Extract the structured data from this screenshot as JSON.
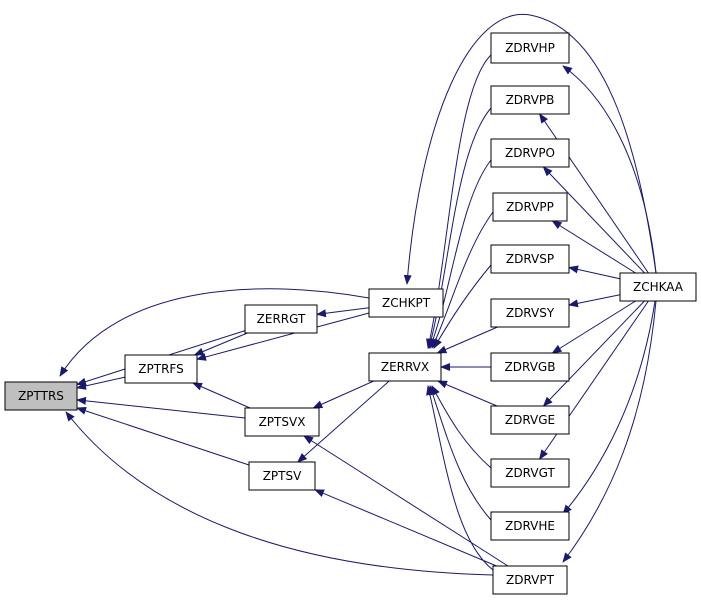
{
  "colors": {
    "background": "#ffffff",
    "node_fill": "#ffffff",
    "highlight_fill": "#bfbfbf",
    "node_border": "#000000",
    "edge": "#191970"
  },
  "nodes": [
    {
      "id": "ZPTTRS",
      "label": "ZPTTRS",
      "highlight": true
    },
    {
      "id": "ZPTRFS",
      "label": "ZPTRFS"
    },
    {
      "id": "ZERRGT",
      "label": "ZERRGT"
    },
    {
      "id": "ZPTSVX",
      "label": "ZPTSVX"
    },
    {
      "id": "ZPTSV",
      "label": "ZPTSV"
    },
    {
      "id": "ZCHKPT",
      "label": "ZCHKPT"
    },
    {
      "id": "ZERRVX",
      "label": "ZERRVX"
    },
    {
      "id": "ZDRVHP",
      "label": "ZDRVHP"
    },
    {
      "id": "ZDRVPB",
      "label": "ZDRVPB"
    },
    {
      "id": "ZDRVPO",
      "label": "ZDRVPO"
    },
    {
      "id": "ZDRVPP",
      "label": "ZDRVPP"
    },
    {
      "id": "ZDRVSP",
      "label": "ZDRVSP"
    },
    {
      "id": "ZDRVSY",
      "label": "ZDRVSY"
    },
    {
      "id": "ZDRVGB",
      "label": "ZDRVGB"
    },
    {
      "id": "ZDRVGE",
      "label": "ZDRVGE"
    },
    {
      "id": "ZDRVGT",
      "label": "ZDRVGT"
    },
    {
      "id": "ZDRVHE",
      "label": "ZDRVHE"
    },
    {
      "id": "ZDRVPT",
      "label": "ZDRVPT"
    },
    {
      "id": "ZCHKAA",
      "label": "ZCHKAA"
    }
  ],
  "edges": [
    {
      "from": "ZPTRFS",
      "to": "ZPTTRS"
    },
    {
      "from": "ZERRGT",
      "to": "ZPTTRS"
    },
    {
      "from": "ZCHKPT",
      "to": "ZPTTRS"
    },
    {
      "from": "ZPTSVX",
      "to": "ZPTTRS"
    },
    {
      "from": "ZPTSV",
      "to": "ZPTTRS"
    },
    {
      "from": "ZDRVPT",
      "to": "ZPTTRS"
    },
    {
      "from": "ZERRGT",
      "to": "ZPTRFS"
    },
    {
      "from": "ZCHKPT",
      "to": "ZPTRFS"
    },
    {
      "from": "ZPTSVX",
      "to": "ZPTRFS"
    },
    {
      "from": "ZCHKPT",
      "to": "ZERRGT"
    },
    {
      "from": "ZERRVX",
      "to": "ZPTSVX"
    },
    {
      "from": "ZDRVPT",
      "to": "ZPTSVX"
    },
    {
      "from": "ZERRVX",
      "to": "ZPTSV"
    },
    {
      "from": "ZDRVPT",
      "to": "ZPTSV"
    },
    {
      "from": "ZCHKAA",
      "to": "ZCHKPT"
    },
    {
      "from": "ZDRVHP",
      "to": "ZERRVX"
    },
    {
      "from": "ZDRVPB",
      "to": "ZERRVX"
    },
    {
      "from": "ZDRVPO",
      "to": "ZERRVX"
    },
    {
      "from": "ZDRVPP",
      "to": "ZERRVX"
    },
    {
      "from": "ZDRVSP",
      "to": "ZERRVX"
    },
    {
      "from": "ZDRVSY",
      "to": "ZERRVX"
    },
    {
      "from": "ZDRVGB",
      "to": "ZERRVX"
    },
    {
      "from": "ZDRVGE",
      "to": "ZERRVX"
    },
    {
      "from": "ZDRVGT",
      "to": "ZERRVX"
    },
    {
      "from": "ZDRVHE",
      "to": "ZERRVX"
    },
    {
      "from": "ZDRVPT",
      "to": "ZERRVX"
    },
    {
      "from": "ZCHKAA",
      "to": "ZDRVHP"
    },
    {
      "from": "ZCHKAA",
      "to": "ZDRVPB"
    },
    {
      "from": "ZCHKAA",
      "to": "ZDRVPO"
    },
    {
      "from": "ZCHKAA",
      "to": "ZDRVPP"
    },
    {
      "from": "ZCHKAA",
      "to": "ZDRVSP"
    },
    {
      "from": "ZCHKAA",
      "to": "ZDRVSY"
    },
    {
      "from": "ZCHKAA",
      "to": "ZDRVGB"
    },
    {
      "from": "ZCHKAA",
      "to": "ZDRVGE"
    },
    {
      "from": "ZCHKAA",
      "to": "ZDRVGT"
    },
    {
      "from": "ZCHKAA",
      "to": "ZDRVHE"
    },
    {
      "from": "ZCHKAA",
      "to": "ZDRVPT"
    }
  ]
}
